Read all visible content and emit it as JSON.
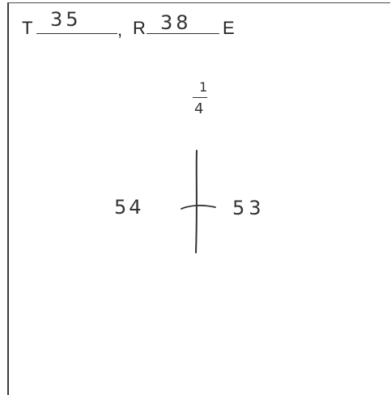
{
  "header": {
    "t_prefix": "T",
    "township_value": "35",
    "comma": ",",
    "r_prefix": "R",
    "range_value": "38",
    "e_suffix": "E"
  },
  "sketch": {
    "quarter_fraction_top": "1",
    "quarter_fraction_bottom": "4",
    "left_section": "54",
    "right_section": "53"
  }
}
